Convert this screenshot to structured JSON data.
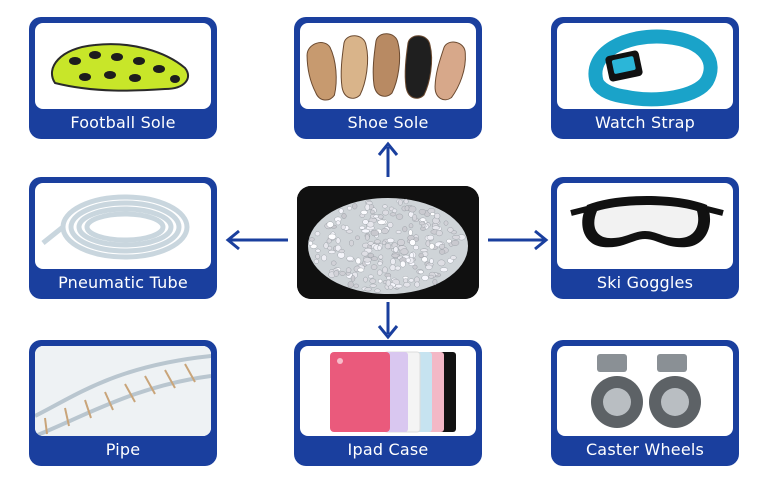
{
  "cards": {
    "football_sole": "Football Sole",
    "shoe_sole": "Shoe Sole",
    "watch_strap": "Watch Strap",
    "pneumatic_tube": "Pneumatic Tube",
    "ski_goggles": "Ski Goggles",
    "pipe": "Pipe",
    "ipad_case": "Ipad Case",
    "caster_wheels": "Caster Wheels"
  },
  "center_image": "plastic-granules",
  "colors": {
    "card_border": "#1a3f9e",
    "arrow": "#1a3f9e",
    "label_text": "#ffffff"
  }
}
